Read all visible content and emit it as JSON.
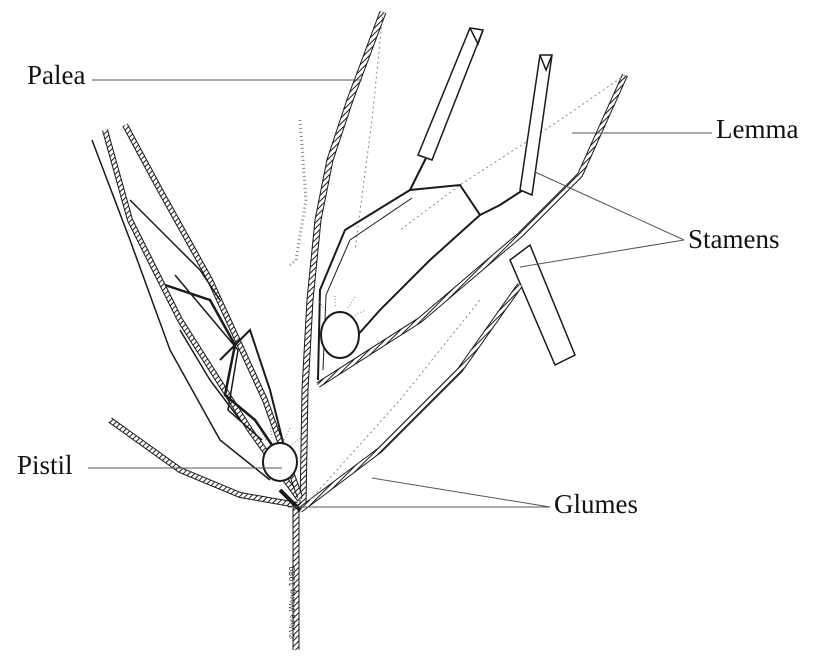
{
  "diagram": {
    "labels": {
      "palea": "Palea",
      "lemma": "Lemma",
      "stamens": "Stamens",
      "pistil": "Pistil",
      "glumes": "Glumes"
    },
    "signature": "©Vera Wong 1989"
  },
  "colors": {
    "ink": "#1a1a1a",
    "leader": "#555555",
    "stipple": "#888888",
    "background": "#ffffff"
  }
}
